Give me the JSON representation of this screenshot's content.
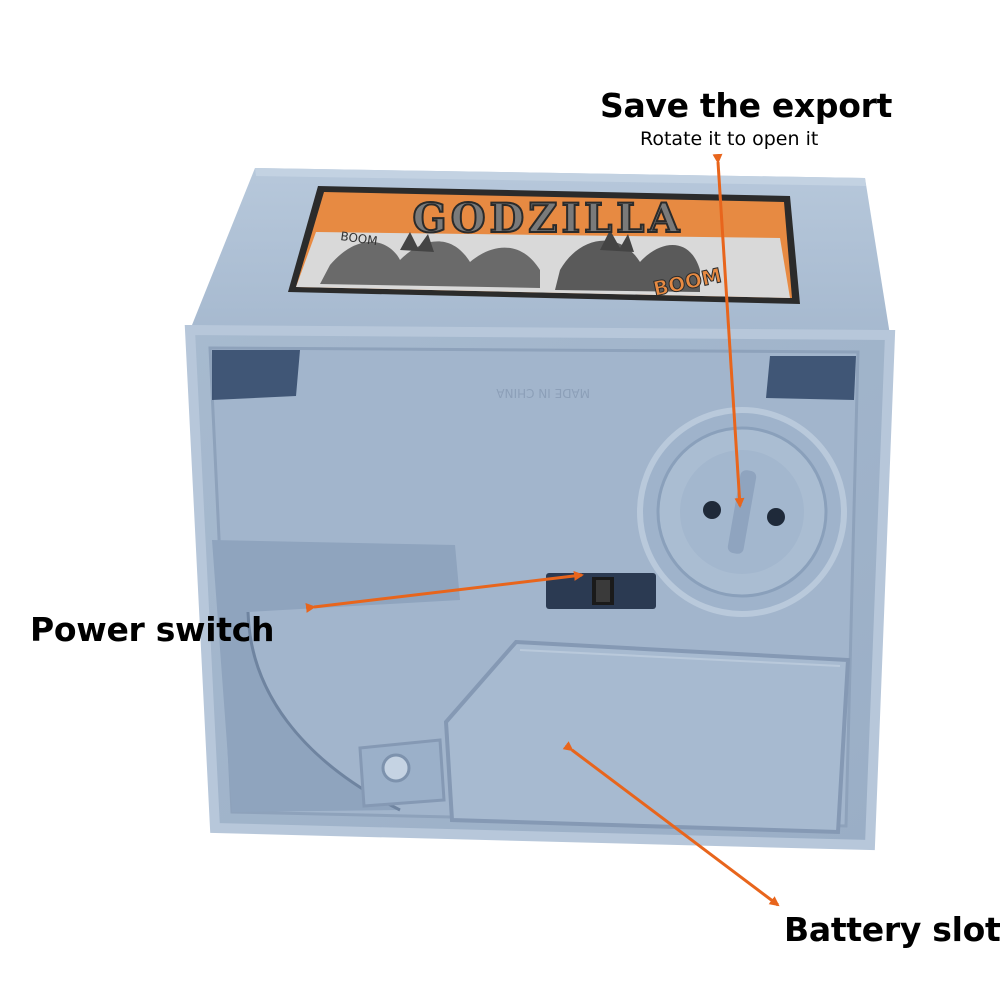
{
  "annotations": {
    "save": {
      "title": "Save the export",
      "subtitle": "Rotate it to open it"
    },
    "power": {
      "title": "Power switch"
    },
    "battery": {
      "title": "Battery slot"
    }
  },
  "sticker": {
    "brand_text": "GODZILLA",
    "effect_text_left": "BOOM",
    "effect_text_right": "BOOM"
  },
  "molded_text": "MADE IN CHINA",
  "colors": {
    "box_body": "#a9bcd2",
    "box_panel": "#9cb0c8",
    "box_shadow": "#7f93ad",
    "arrow": "#e8651c",
    "sticker_orange": "#e78a42",
    "sticker_ink": "#2b2b2b"
  }
}
